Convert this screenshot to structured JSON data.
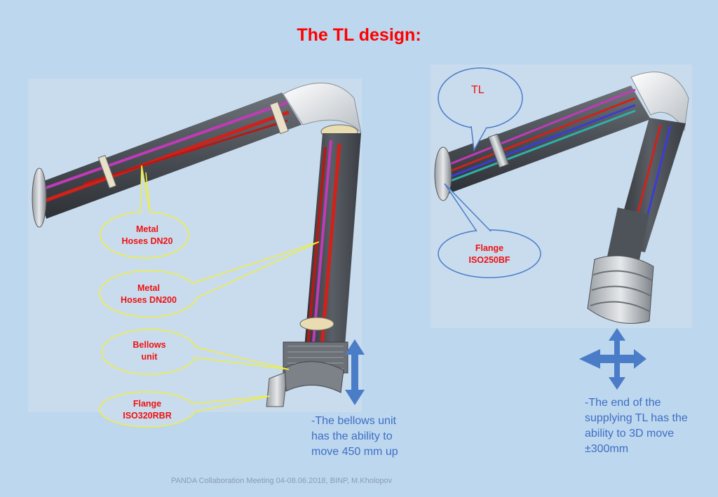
{
  "title": "The TL design:",
  "left_callouts": {
    "metal_hoses_dn20": "Metal\nHoses DN20",
    "metal_hoses_dn200": "Metal\nHoses DN200",
    "bellows_unit": "Bellows\nunit",
    "flange_iso320": "Flange\nISO320RBR"
  },
  "right_callouts": {
    "tl": "TL",
    "flange_iso250": "Flange\nISO250BF"
  },
  "notes": {
    "bellows": "-The bellows unit\nhas the ability to\nmove 450 mm up",
    "supplying_tl": "-The end of the\nsupplying TL has the\nability to 3D move\n±300mm"
  },
  "footer": "PANDA Collaboration Meeting 04-08.06.2018, BINP,  M.Kholopov",
  "colors": {
    "title": "#ff0000",
    "callout_text": "#ee1111",
    "yellow_outline": "#f2ee3a",
    "blue_outline": "#4a7cc8",
    "note_text": "#3f6ec4",
    "arrow": "#4a7cc8"
  }
}
